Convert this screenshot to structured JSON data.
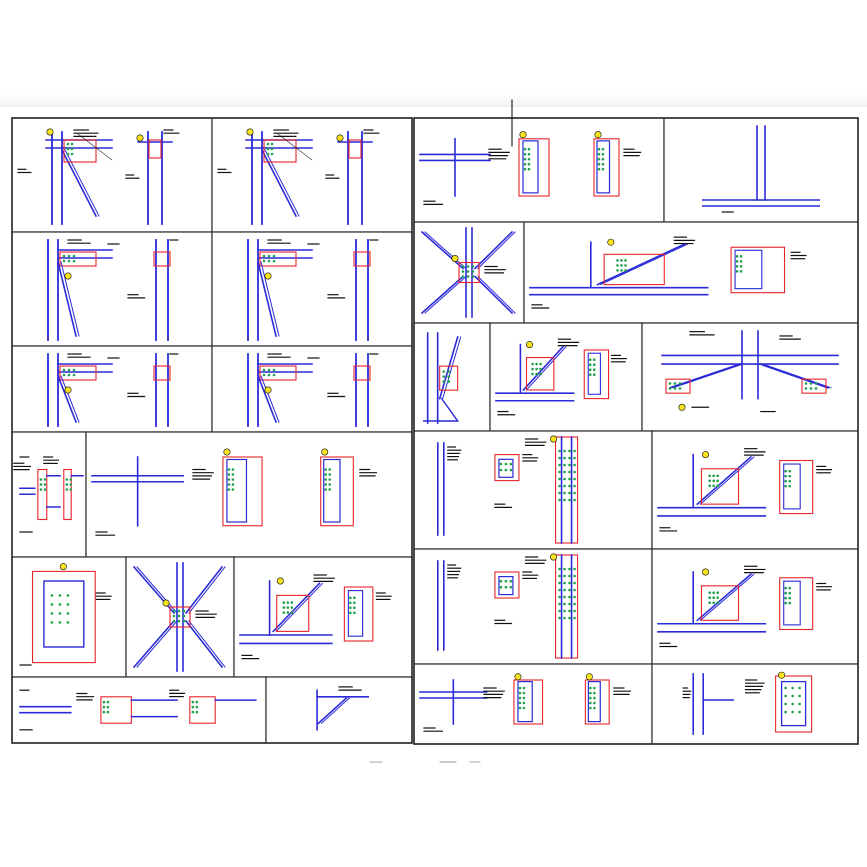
{
  "drawing": {
    "colors": {
      "frame": "#2b2b2b",
      "member": "#2a2ad8",
      "plate": "#e8242b",
      "bolt": "#1fa04a",
      "tag_fill": "#f7e21f",
      "text": "#111111",
      "paper": "#ffffff"
    },
    "cells": [
      {
        "id": "c1",
        "kind": "beam-column-brace"
      },
      {
        "id": "c2",
        "kind": "beam-column-brace"
      },
      {
        "id": "c3",
        "kind": "beam-splice-bolted"
      },
      {
        "id": "c4",
        "kind": "column-base-stiffener"
      },
      {
        "id": "c5",
        "kind": "beam-column-brace"
      },
      {
        "id": "c6",
        "kind": "beam-column-brace"
      },
      {
        "id": "c7",
        "kind": "x-brace-gusset"
      },
      {
        "id": "c8",
        "kind": "brace-gusset-bolted"
      },
      {
        "id": "c9",
        "kind": "beam-column-haunch"
      },
      {
        "id": "c10",
        "kind": "beam-column-haunch"
      },
      {
        "id": "c11",
        "kind": "column-brace-gusset"
      },
      {
        "id": "c12",
        "kind": "brace-gusset-bolted"
      },
      {
        "id": "c13",
        "kind": "truss-apex"
      },
      {
        "id": "c14",
        "kind": "end-plate"
      },
      {
        "id": "c15",
        "kind": "beam-splice-bolted"
      },
      {
        "id": "c16",
        "kind": "column-bracket"
      },
      {
        "id": "c17",
        "kind": "column-splice"
      },
      {
        "id": "c18",
        "kind": "column-splice-gusset"
      },
      {
        "id": "c19",
        "kind": "base-plate"
      },
      {
        "id": "c20",
        "kind": "x-brace-gusset"
      },
      {
        "id": "c21",
        "kind": "brace-gusset-bolted"
      },
      {
        "id": "c22",
        "kind": "column-splice"
      },
      {
        "id": "c23",
        "kind": "brace-gusset-bolted"
      },
      {
        "id": "c24",
        "kind": "end-plate"
      },
      {
        "id": "c25",
        "kind": "knee-brace"
      },
      {
        "id": "c26",
        "kind": "beam-splice-bolted"
      },
      {
        "id": "c27",
        "kind": "column-beam-end-plate"
      }
    ]
  }
}
